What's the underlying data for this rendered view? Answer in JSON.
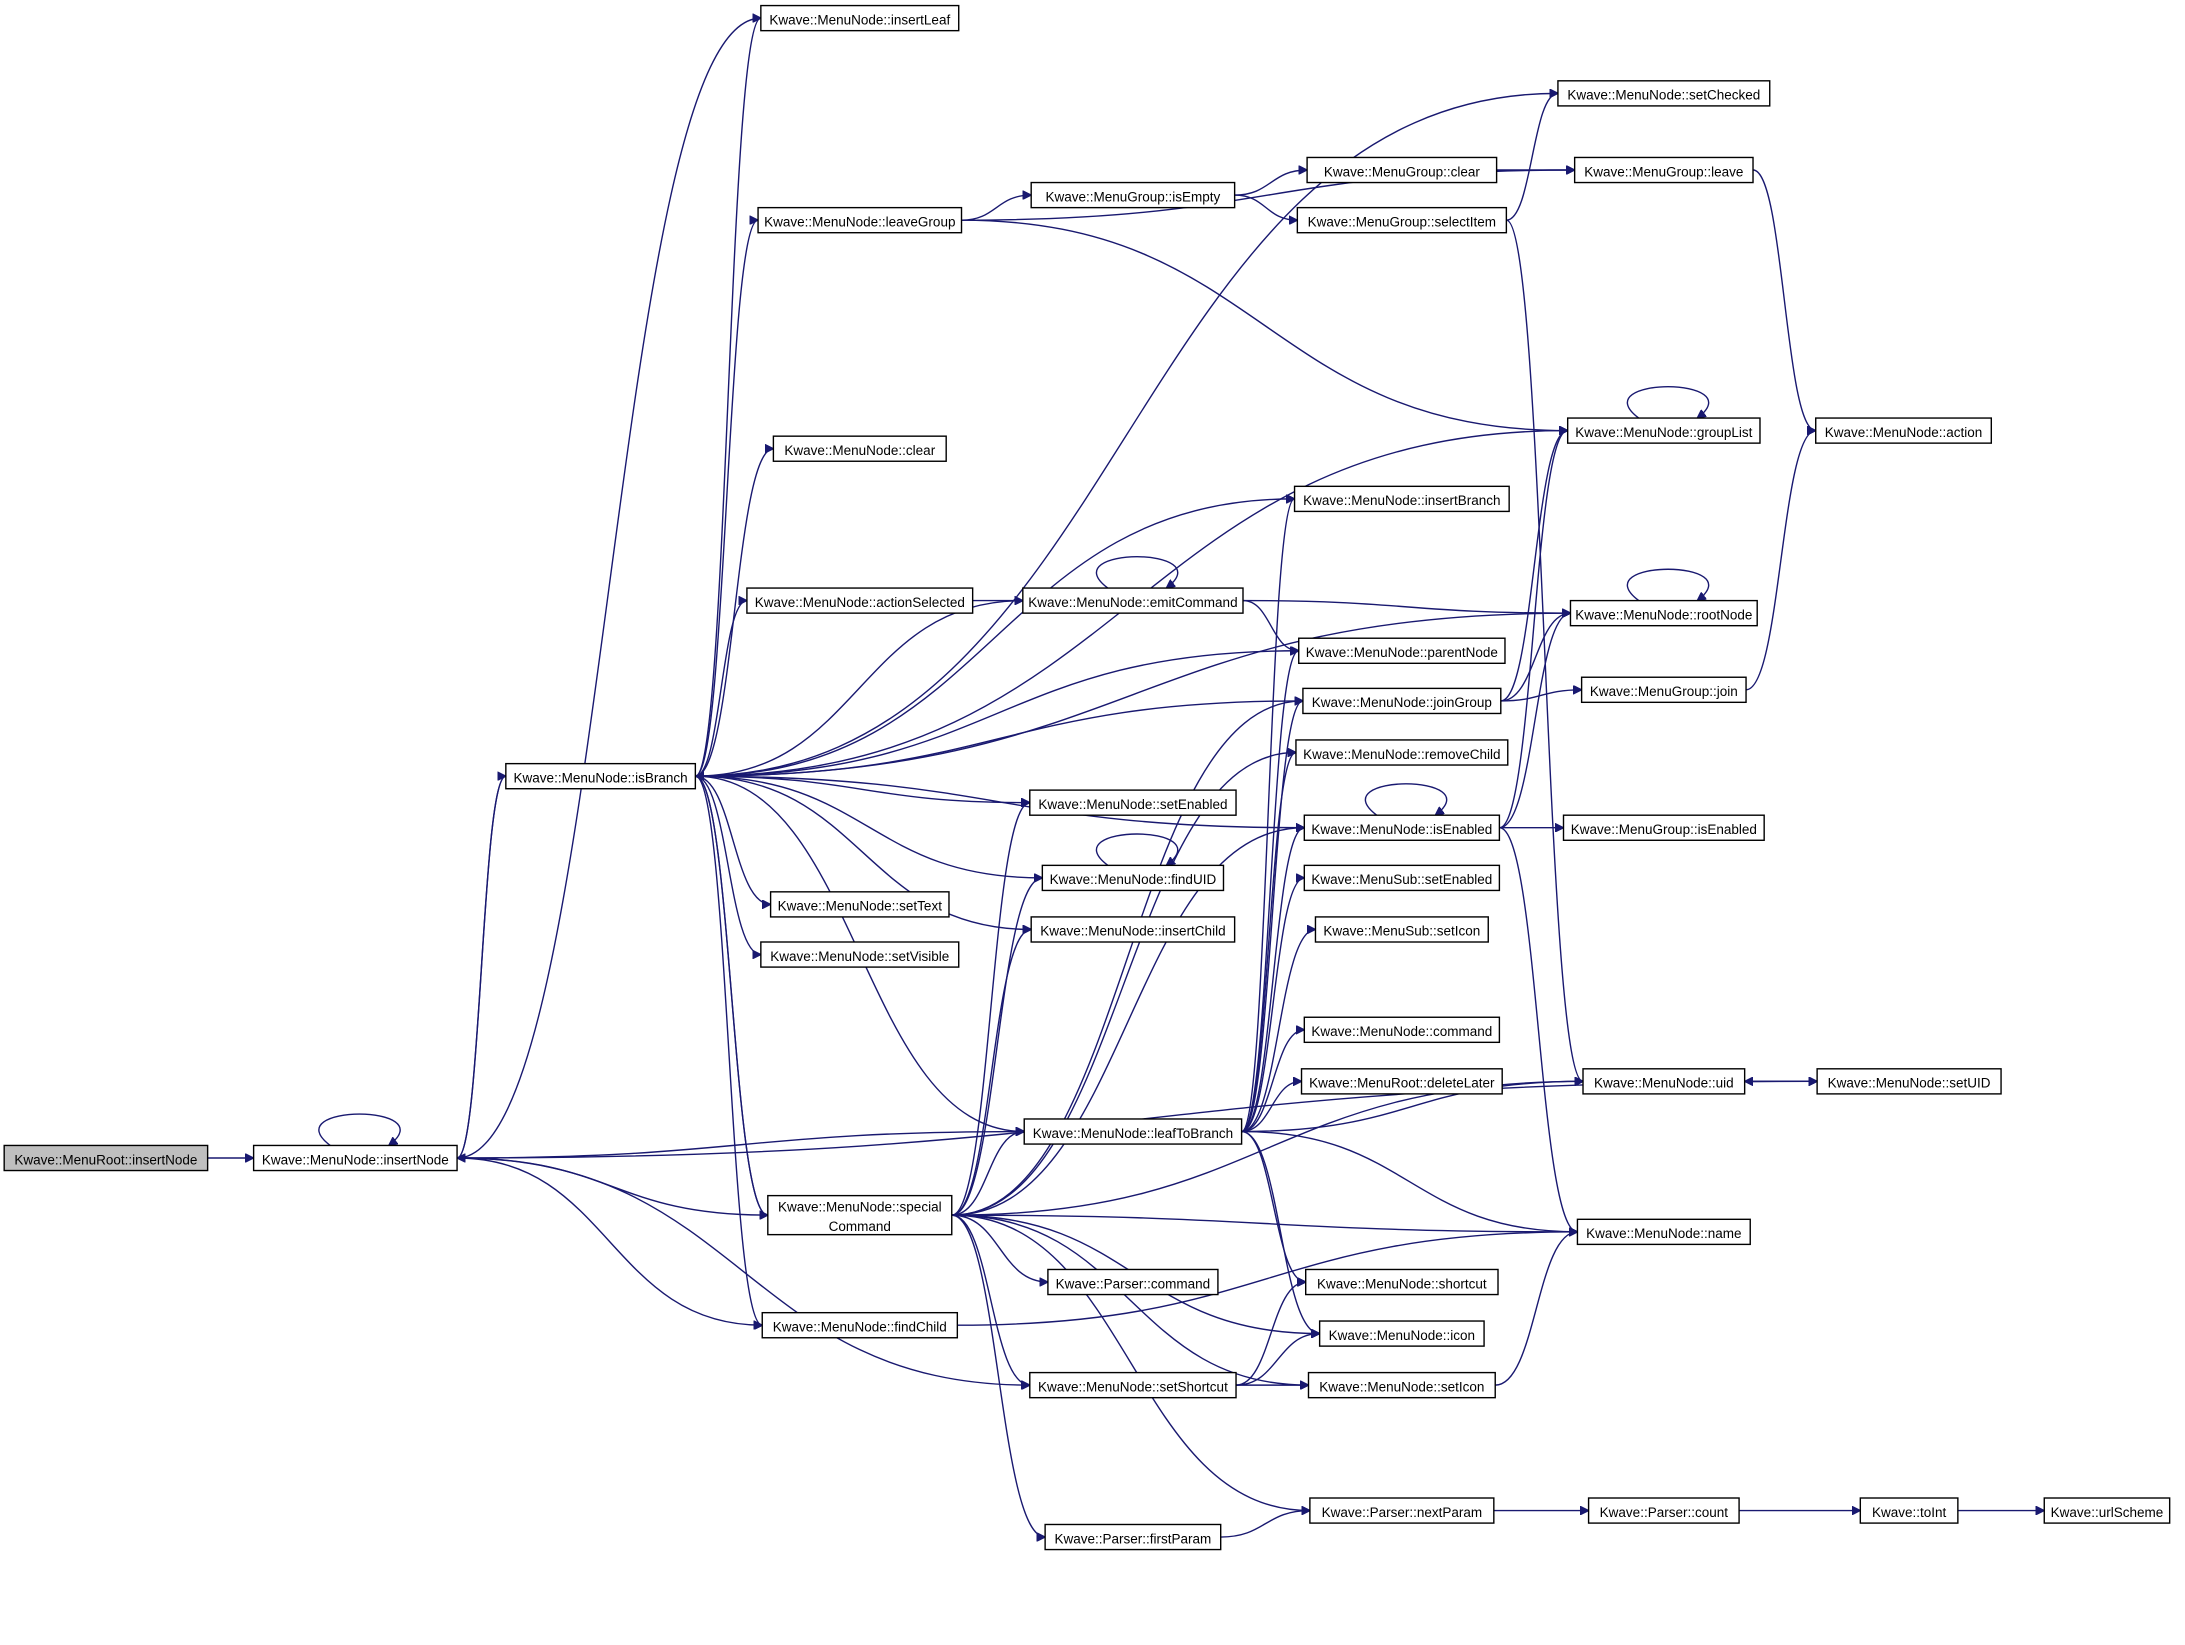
{
  "diagram": {
    "type": "call-graph",
    "root": "Kwave::MenuRoot::insertNode",
    "nodes": [
      {
        "id": "menuroot_insertNode",
        "label": "Kwave::MenuRoot::insertNode",
        "root": true
      },
      {
        "id": "insertNode",
        "label": "Kwave::MenuNode::insertNode"
      },
      {
        "id": "insertLeaf",
        "label": "Kwave::MenuNode::insertLeaf"
      },
      {
        "id": "isBranch",
        "label": "Kwave::MenuNode::isBranch"
      },
      {
        "id": "leaveGroup",
        "label": "Kwave::MenuNode::leaveGroup"
      },
      {
        "id": "clear",
        "label": "Kwave::MenuNode::clear"
      },
      {
        "id": "actionSelected",
        "label": "Kwave::MenuNode::actionSelected"
      },
      {
        "id": "setText",
        "label": "Kwave::MenuNode::setText"
      },
      {
        "id": "setVisible",
        "label": "Kwave::MenuNode::setVisible"
      },
      {
        "id": "specialCommand",
        "label": "Kwave::MenuNode::special\nCommand"
      },
      {
        "id": "findChild",
        "label": "Kwave::MenuNode::findChild"
      },
      {
        "id": "mgIsEmpty",
        "label": "Kwave::MenuGroup::isEmpty"
      },
      {
        "id": "emitCommand",
        "label": "Kwave::MenuNode::emitCommand"
      },
      {
        "id": "setEnabled",
        "label": "Kwave::MenuNode::setEnabled"
      },
      {
        "id": "findUID",
        "label": "Kwave::MenuNode::findUID"
      },
      {
        "id": "insertChild",
        "label": "Kwave::MenuNode::insertChild"
      },
      {
        "id": "leafToBranch",
        "label": "Kwave::MenuNode::leafToBranch"
      },
      {
        "id": "parserCommand",
        "label": "Kwave::Parser::command"
      },
      {
        "id": "setShortcut",
        "label": "Kwave::MenuNode::setShortcut"
      },
      {
        "id": "firstParam",
        "label": "Kwave::Parser::firstParam"
      },
      {
        "id": "mgClear",
        "label": "Kwave::MenuGroup::clear"
      },
      {
        "id": "mgSelectItem",
        "label": "Kwave::MenuGroup::selectItem"
      },
      {
        "id": "insertBranch",
        "label": "Kwave::MenuNode::insertBranch"
      },
      {
        "id": "parentNode",
        "label": "Kwave::MenuNode::parentNode"
      },
      {
        "id": "joinGroup",
        "label": "Kwave::MenuNode::joinGroup"
      },
      {
        "id": "removeChild",
        "label": "Kwave::MenuNode::removeChild"
      },
      {
        "id": "isEnabled",
        "label": "Kwave::MenuNode::isEnabled"
      },
      {
        "id": "msSetEnabled",
        "label": "Kwave::MenuSub::setEnabled"
      },
      {
        "id": "msSetIcon",
        "label": "Kwave::MenuSub::setIcon"
      },
      {
        "id": "command",
        "label": "Kwave::MenuNode::command"
      },
      {
        "id": "deleteLater",
        "label": "Kwave::MenuRoot::deleteLater"
      },
      {
        "id": "shortcut",
        "label": "Kwave::MenuNode::shortcut"
      },
      {
        "id": "icon",
        "label": "Kwave::MenuNode::icon"
      },
      {
        "id": "setIcon",
        "label": "Kwave::MenuNode::setIcon"
      },
      {
        "id": "nextParam",
        "label": "Kwave::Parser::nextParam"
      },
      {
        "id": "setChecked",
        "label": "Kwave::MenuNode::setChecked"
      },
      {
        "id": "mgLeave",
        "label": "Kwave::MenuGroup::leave"
      },
      {
        "id": "groupList",
        "label": "Kwave::MenuNode::groupList"
      },
      {
        "id": "rootNode",
        "label": "Kwave::MenuNode::rootNode"
      },
      {
        "id": "mgJoin",
        "label": "Kwave::MenuGroup::join"
      },
      {
        "id": "mgIsEnabled",
        "label": "Kwave::MenuGroup::isEnabled"
      },
      {
        "id": "uid",
        "label": "Kwave::MenuNode::uid"
      },
      {
        "id": "name",
        "label": "Kwave::MenuNode::name"
      },
      {
        "id": "parserCount",
        "label": "Kwave::Parser::count"
      },
      {
        "id": "action",
        "label": "Kwave::MenuNode::action"
      },
      {
        "id": "setUID",
        "label": "Kwave::MenuNode::setUID"
      },
      {
        "id": "toInt",
        "label": "Kwave::toInt"
      },
      {
        "id": "urlScheme",
        "label": "Kwave::urlScheme"
      }
    ],
    "edges": [
      [
        "menuroot_insertNode",
        "insertNode"
      ],
      [
        "insertNode",
        "insertNode"
      ],
      [
        "insertNode",
        "insertLeaf"
      ],
      [
        "insertNode",
        "isBranch"
      ],
      [
        "insertNode",
        "leafToBranch"
      ],
      [
        "insertNode",
        "specialCommand"
      ],
      [
        "insertNode",
        "findChild"
      ],
      [
        "insertNode",
        "setShortcut"
      ],
      [
        "insertNode",
        "setUID"
      ],
      [
        "isBranch",
        "insertLeaf"
      ],
      [
        "isBranch",
        "insertNode"
      ],
      [
        "isBranch",
        "setChecked"
      ],
      [
        "isBranch",
        "leaveGroup"
      ],
      [
        "isBranch",
        "groupList"
      ],
      [
        "isBranch",
        "insertBranch"
      ],
      [
        "isBranch",
        "rootNode"
      ],
      [
        "isBranch",
        "clear"
      ],
      [
        "isBranch",
        "actionSelected"
      ],
      [
        "isBranch",
        "emitCommand"
      ],
      [
        "isBranch",
        "parentNode"
      ],
      [
        "isBranch",
        "joinGroup"
      ],
      [
        "isBranch",
        "setEnabled"
      ],
      [
        "isBranch",
        "findUID"
      ],
      [
        "isBranch",
        "insertChild"
      ],
      [
        "isBranch",
        "setText"
      ],
      [
        "isBranch",
        "setVisible"
      ],
      [
        "isBranch",
        "leafToBranch"
      ],
      [
        "isBranch",
        "specialCommand"
      ],
      [
        "isBranch",
        "findChild"
      ],
      [
        "isBranch",
        "isEnabled"
      ],
      [
        "leaveGroup",
        "mgIsEmpty"
      ],
      [
        "leaveGroup",
        "mgLeave"
      ],
      [
        "leaveGroup",
        "groupList"
      ],
      [
        "mgIsEmpty",
        "mgClear"
      ],
      [
        "mgIsEmpty",
        "mgSelectItem"
      ],
      [
        "mgClear",
        "mgLeave"
      ],
      [
        "mgSelectItem",
        "setChecked"
      ],
      [
        "mgSelectItem",
        "uid"
      ],
      [
        "mgLeave",
        "action"
      ],
      [
        "actionSelected",
        "emitCommand"
      ],
      [
        "emitCommand",
        "emitCommand"
      ],
      [
        "emitCommand",
        "rootNode"
      ],
      [
        "emitCommand",
        "parentNode"
      ],
      [
        "groupList",
        "groupList"
      ],
      [
        "rootNode",
        "rootNode"
      ],
      [
        "findUID",
        "findUID"
      ],
      [
        "isEnabled",
        "isEnabled"
      ],
      [
        "isEnabled",
        "mgIsEnabled"
      ],
      [
        "isEnabled",
        "groupList"
      ],
      [
        "isEnabled",
        "rootNode"
      ],
      [
        "isEnabled",
        "name"
      ],
      [
        "joinGroup",
        "mgJoin"
      ],
      [
        "joinGroup",
        "groupList"
      ],
      [
        "joinGroup",
        "rootNode"
      ],
      [
        "mgJoin",
        "action"
      ],
      [
        "specialCommand",
        "isBranch"
      ],
      [
        "specialCommand",
        "leafToBranch"
      ],
      [
        "specialCommand",
        "setEnabled"
      ],
      [
        "specialCommand",
        "findUID"
      ],
      [
        "specialCommand",
        "insertChild"
      ],
      [
        "specialCommand",
        "joinGroup"
      ],
      [
        "specialCommand",
        "removeChild"
      ],
      [
        "specialCommand",
        "isEnabled"
      ],
      [
        "specialCommand",
        "uid"
      ],
      [
        "specialCommand",
        "name"
      ],
      [
        "specialCommand",
        "parserCommand"
      ],
      [
        "specialCommand",
        "setShortcut"
      ],
      [
        "specialCommand",
        "icon"
      ],
      [
        "specialCommand",
        "setIcon"
      ],
      [
        "specialCommand",
        "nextParam"
      ],
      [
        "specialCommand",
        "firstParam"
      ],
      [
        "leafToBranch",
        "insertBranch"
      ],
      [
        "leafToBranch",
        "parentNode"
      ],
      [
        "leafToBranch",
        "joinGroup"
      ],
      [
        "leafToBranch",
        "removeChild"
      ],
      [
        "leafToBranch",
        "isEnabled"
      ],
      [
        "leafToBranch",
        "msSetEnabled"
      ],
      [
        "leafToBranch",
        "msSetIcon"
      ],
      [
        "leafToBranch",
        "command"
      ],
      [
        "leafToBranch",
        "deleteLater"
      ],
      [
        "leafToBranch",
        "uid"
      ],
      [
        "leafToBranch",
        "name"
      ],
      [
        "leafToBranch",
        "shortcut"
      ],
      [
        "leafToBranch",
        "icon"
      ],
      [
        "setShortcut",
        "shortcut"
      ],
      [
        "setShortcut",
        "icon"
      ],
      [
        "setShortcut",
        "setIcon"
      ],
      [
        "setIcon",
        "name"
      ],
      [
        "firstParam",
        "nextParam"
      ],
      [
        "nextParam",
        "parserCount"
      ],
      [
        "parserCount",
        "toInt"
      ],
      [
        "toInt",
        "urlScheme"
      ],
      [
        "setUID",
        "uid"
      ],
      [
        "uid",
        "setUID"
      ],
      [
        "findChild",
        "name"
      ]
    ]
  }
}
